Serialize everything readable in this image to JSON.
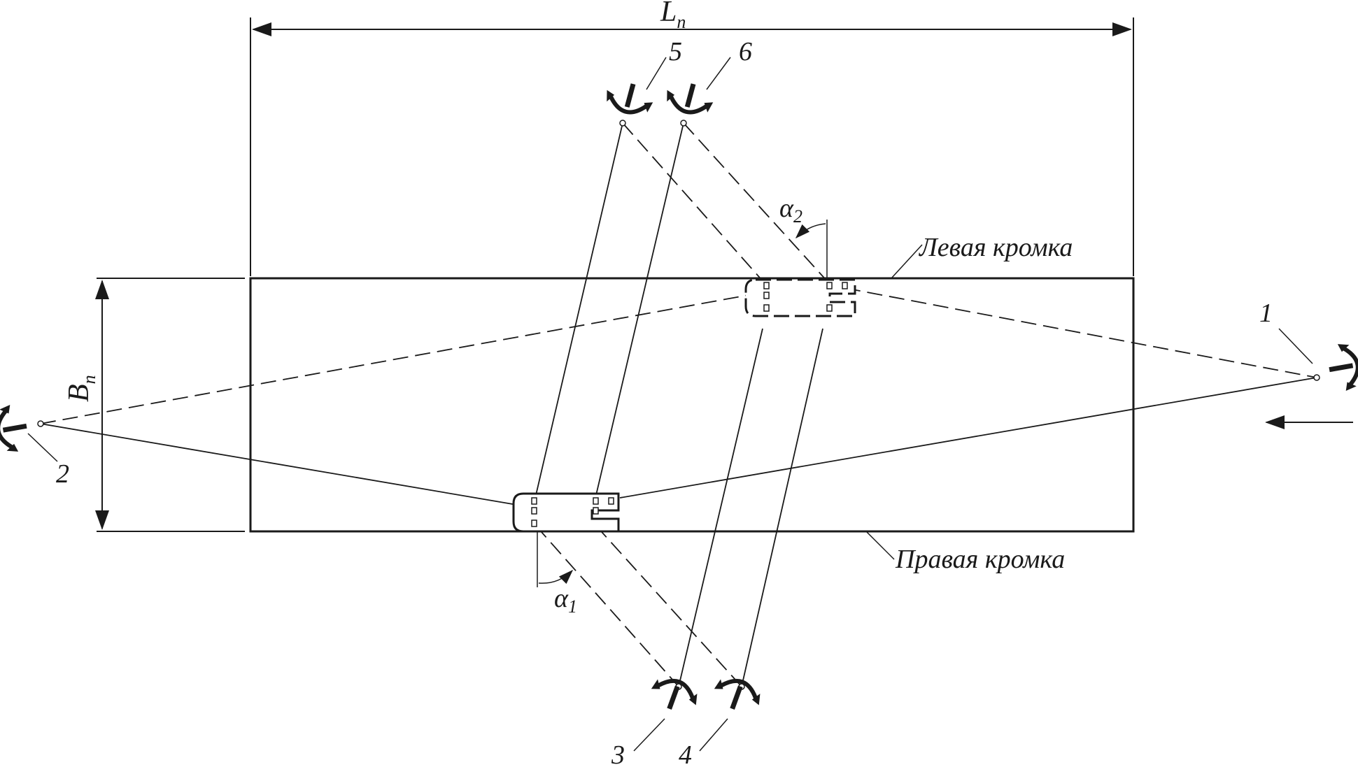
{
  "labels": {
    "length": "L",
    "length_sub": "n",
    "width": "B",
    "width_sub": "n",
    "left_edge": "Левая кромка",
    "right_edge": "Правая кромка",
    "angle1": "α",
    "angle1_sub": "1",
    "angle2": "α",
    "angle2_sub": "2"
  },
  "anchors": [
    "1",
    "2",
    "3",
    "4",
    "5",
    "6"
  ],
  "colors": {
    "stroke": "#1a1a1a",
    "background": "#ffffff"
  }
}
